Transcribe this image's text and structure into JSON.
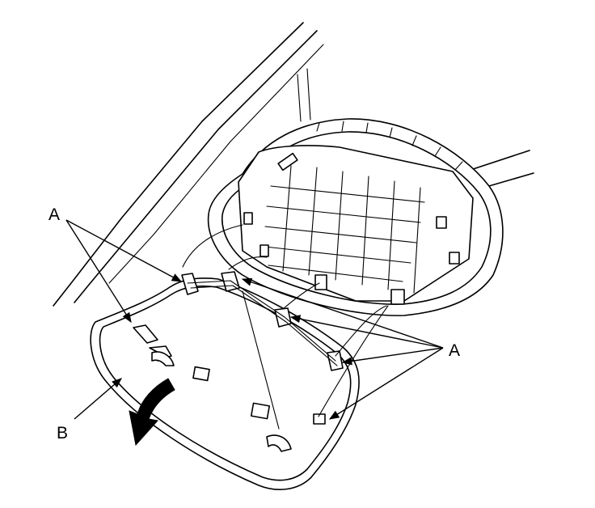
{
  "labels": {
    "a_left": "A",
    "a_right": "A",
    "b": "B"
  },
  "colors": {
    "line": "#000000",
    "background": "#ffffff",
    "arrow": "#000000"
  }
}
